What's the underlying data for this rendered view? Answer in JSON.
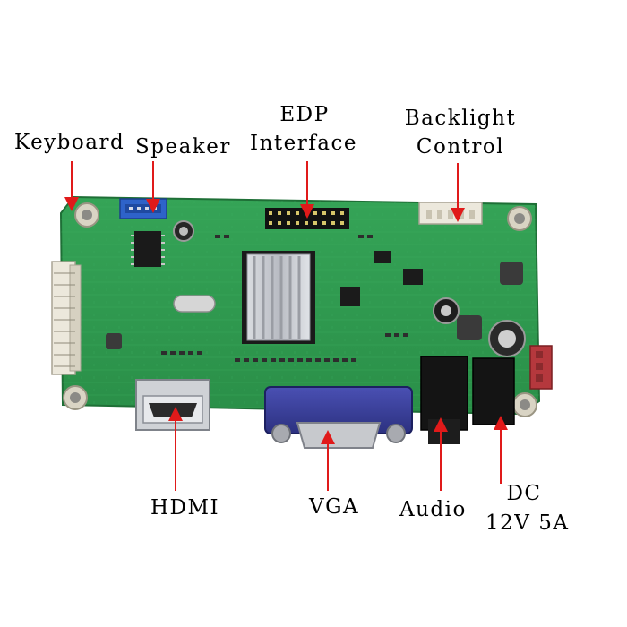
{
  "labels": {
    "keyboard": "Keyboard",
    "speaker": "Speaker",
    "edp_line1": "EDP",
    "edp_line2": "Interface",
    "backlight_line1": "Backlight",
    "backlight_line2": "Control",
    "hdmi": "HDMI",
    "vga": "VGA",
    "audio": "Audio",
    "dc_line1": "DC",
    "dc_line2": "12V 5A"
  },
  "colors": {
    "board": "#2f9a4f",
    "board_dark": "#1f7a3a",
    "arrow": "#e01a1a",
    "vga_blue": "#3a3f9a",
    "heatsink": "#c9ccd2",
    "connector_white": "#e9e6dc",
    "speaker_blue": "#2e63c9",
    "power_red": "#b5383d"
  }
}
